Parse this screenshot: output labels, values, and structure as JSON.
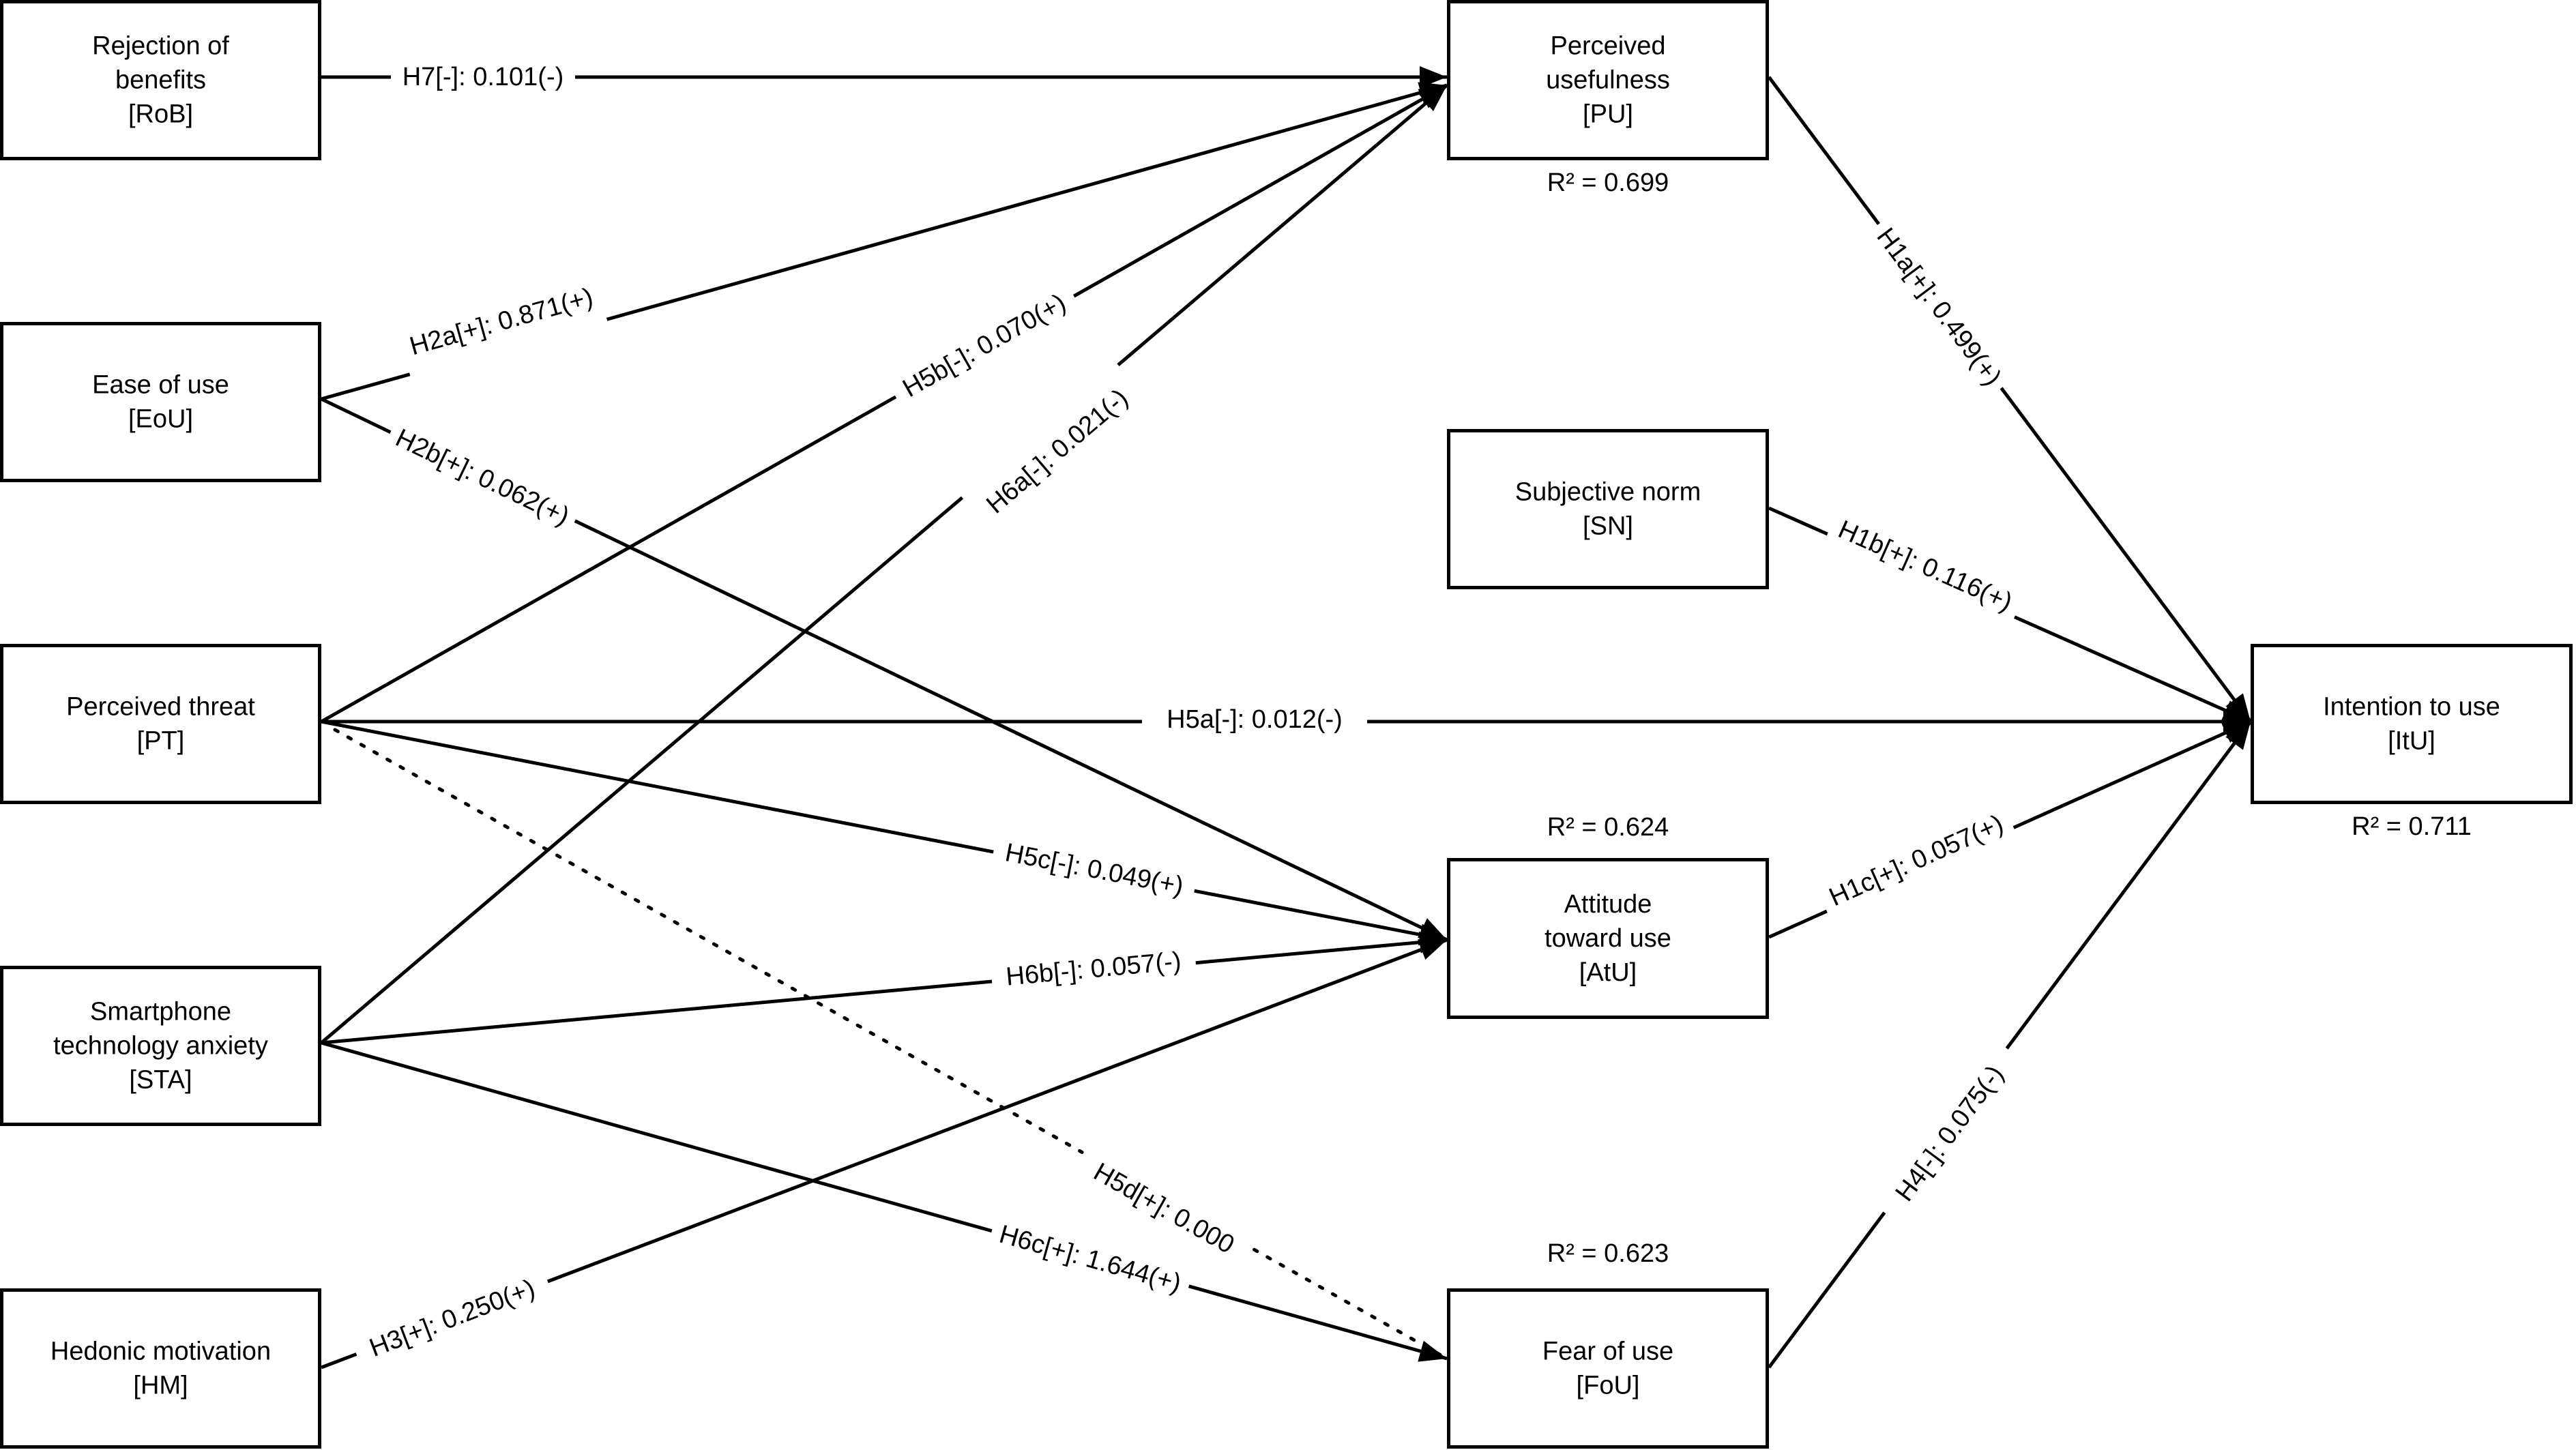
{
  "nodes": [
    {
      "id": "RoB",
      "lines": [
        "Rejection of",
        "benefits",
        "[RoB]"
      ]
    },
    {
      "id": "EoU",
      "lines": [
        "Ease of use",
        "[EoU]"
      ]
    },
    {
      "id": "PT",
      "lines": [
        "Perceived threat",
        "[PT]"
      ]
    },
    {
      "id": "STA",
      "lines": [
        "Smartphone",
        "technology anxiety",
        "[STA]"
      ]
    },
    {
      "id": "HM",
      "lines": [
        "Hedonic motivation",
        "[HM]"
      ]
    },
    {
      "id": "PU",
      "lines": [
        "Perceived",
        "usefulness",
        "[PU]"
      ],
      "r2": "R² = 0.699"
    },
    {
      "id": "SN",
      "lines": [
        "Subjective norm",
        "[SN]"
      ]
    },
    {
      "id": "AtU",
      "lines": [
        "Attitude",
        "toward use",
        "[AtU]"
      ],
      "r2": "R² = 0.624"
    },
    {
      "id": "FoU",
      "lines": [
        "Fear of use",
        "[FoU]"
      ],
      "r2": "R² = 0.623"
    },
    {
      "id": "ItU",
      "lines": [
        "Intention to use",
        "[ItU]"
      ],
      "r2": "R² = 0.711"
    }
  ],
  "edges": [
    {
      "id": "H7",
      "from": "RoB",
      "to": "PU",
      "label": "H7[-]: 0.101(-)",
      "style": "solid"
    },
    {
      "id": "H2a",
      "from": "EoU",
      "to": "PU",
      "label": "H2a[+]: 0.871(+)",
      "style": "solid"
    },
    {
      "id": "H2b",
      "from": "EoU",
      "to": "AtU",
      "label": "H2b[+]: 0.062(+)",
      "style": "solid"
    },
    {
      "id": "H5b",
      "from": "PT",
      "to": "PU",
      "label": "H5b[-]: 0.070(+)",
      "style": "solid"
    },
    {
      "id": "H5a",
      "from": "PT",
      "to": "ItU",
      "label": "H5a[-]: 0.012(-)",
      "style": "solid"
    },
    {
      "id": "H5c",
      "from": "PT",
      "to": "AtU",
      "label": "H5c[-]: 0.049(+)",
      "style": "solid"
    },
    {
      "id": "H5d",
      "from": "PT",
      "to": "FoU",
      "label": "H5d[+]: 0.000",
      "style": "dotted"
    },
    {
      "id": "H6a",
      "from": "STA",
      "to": "PU",
      "label": "H6a[-]: 0.021(-)",
      "style": "solid"
    },
    {
      "id": "H6b",
      "from": "STA",
      "to": "AtU",
      "label": "H6b[-]: 0.057(-)",
      "style": "solid"
    },
    {
      "id": "H6c",
      "from": "STA",
      "to": "FoU",
      "label": "H6c[+]: 1.644(+)",
      "style": "solid"
    },
    {
      "id": "H3",
      "from": "HM",
      "to": "AtU",
      "label": "H3[+]: 0.250(+)",
      "style": "solid"
    },
    {
      "id": "H1a",
      "from": "PU",
      "to": "ItU",
      "label": "H1a[+]: 0.499(+)",
      "style": "solid"
    },
    {
      "id": "H1b",
      "from": "SN",
      "to": "ItU",
      "label": "H1b[+]: 0.116(+)",
      "style": "solid"
    },
    {
      "id": "H1c",
      "from": "AtU",
      "to": "ItU",
      "label": "H1c[+]: 0.057(+)",
      "style": "solid"
    },
    {
      "id": "H4",
      "from": "FoU",
      "to": "ItU",
      "label": "H4[-]: 0.075(-)",
      "style": "solid"
    }
  ]
}
